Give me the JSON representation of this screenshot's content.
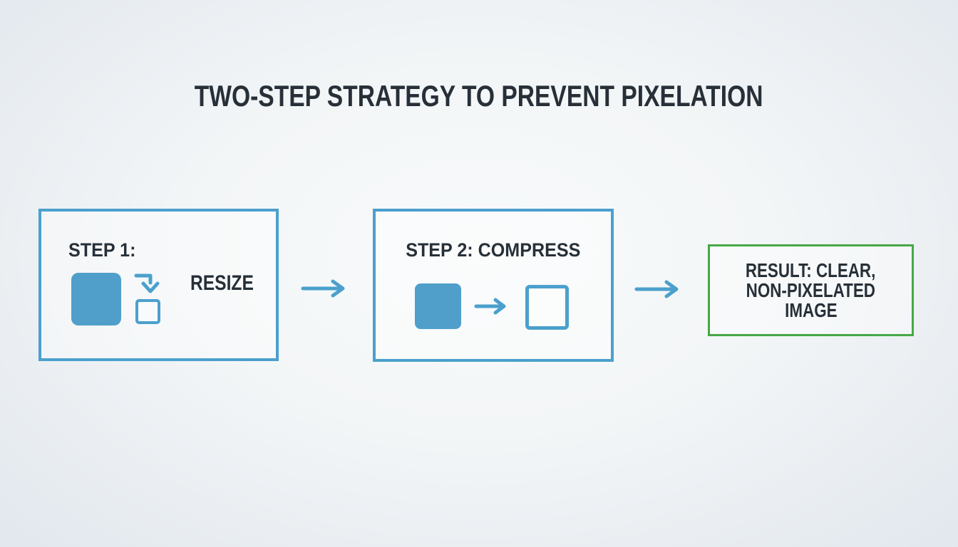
{
  "title": "TWO-STEP STRATEGY TO PREVENT PIXELATION",
  "colors": {
    "accent_blue": "#4BA0CD",
    "square_fill_blue": "#4F9FCA",
    "accent_green": "#45A845",
    "text_dark": "#273038"
  },
  "step1": {
    "label": "STEP 1:",
    "caption": "RESIZE"
  },
  "step2": {
    "label": "STEP 2: COMPRESS"
  },
  "result": {
    "line1": "RESULT: CLEAR,",
    "line2": "NON-PIXELATED",
    "line3": "IMAGE"
  },
  "icons": {
    "shrink_arrow": "elbow-down-arrow",
    "compress_arrow": "right-arrow",
    "flow_arrow_1": "right-arrow",
    "flow_arrow_2": "right-arrow"
  }
}
